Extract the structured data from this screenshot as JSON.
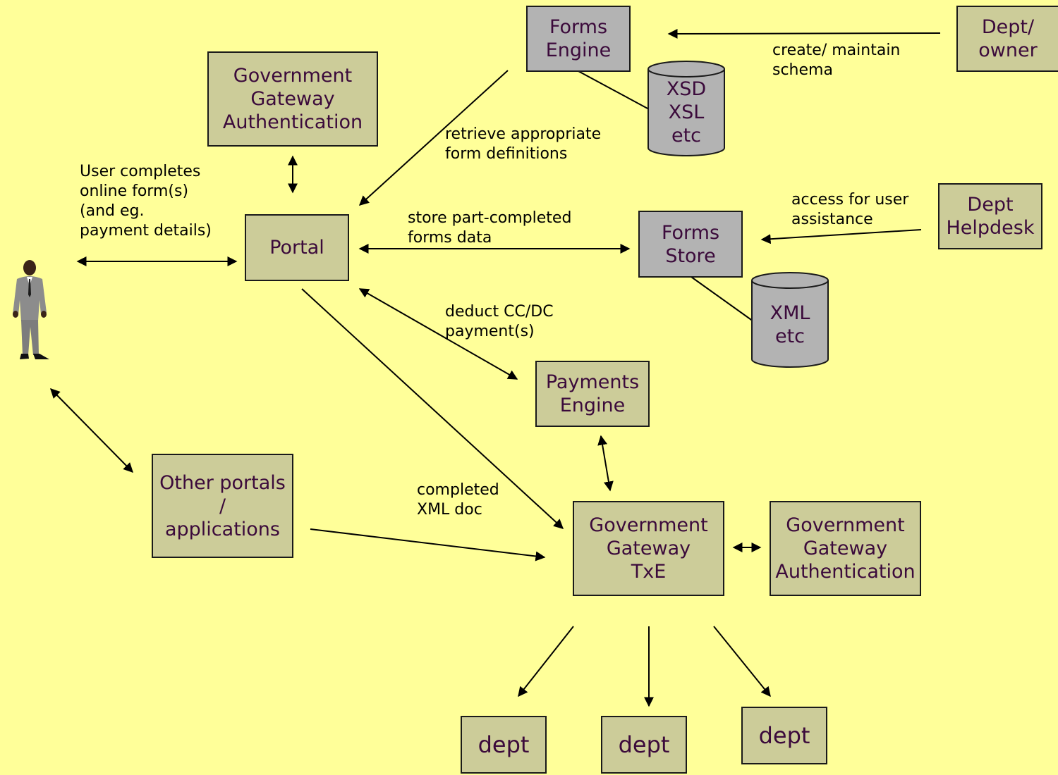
{
  "boxes": {
    "forms_engine": "Forms\nEngine",
    "gg_auth_top": "Government\nGateway\nAuthentication",
    "dept_owner": "Dept/\nowner",
    "portal": "Portal",
    "forms_store": "Forms\nStore",
    "dept_helpdesk": "Dept\nHelpdesk",
    "payments_engine": "Payments\nEngine",
    "other_portals": "Other portals\n/\napplications",
    "gg_txe": "Government\nGateway\nTxE",
    "gg_auth_bottom": "Government\nGateway\nAuthentication",
    "dept_1": "dept",
    "dept_2": "dept",
    "dept_3": "dept"
  },
  "cylinders": {
    "xsd": "XSD\nXSL\netc",
    "xml": "XML\netc"
  },
  "labels": {
    "create_maintain": "create/ maintain\nschema",
    "retrieve": "retrieve appropriate\nform definitions",
    "user_completes": "User completes\nonline form(s)\n(and eg.\npayment details)",
    "store_part": "store part-completed\nforms data",
    "access_user": "access for user\nassistance",
    "deduct": "deduct CC/DC\npayment(s)",
    "completed_xml": "completed\nXML doc"
  },
  "colors": {
    "background": "#ffff99",
    "box_olive": "#cccc99",
    "box_gray": "#b3b3b3",
    "box_text": "#3b0a3b"
  },
  "icons": {
    "user": "person-in-suit-icon"
  }
}
